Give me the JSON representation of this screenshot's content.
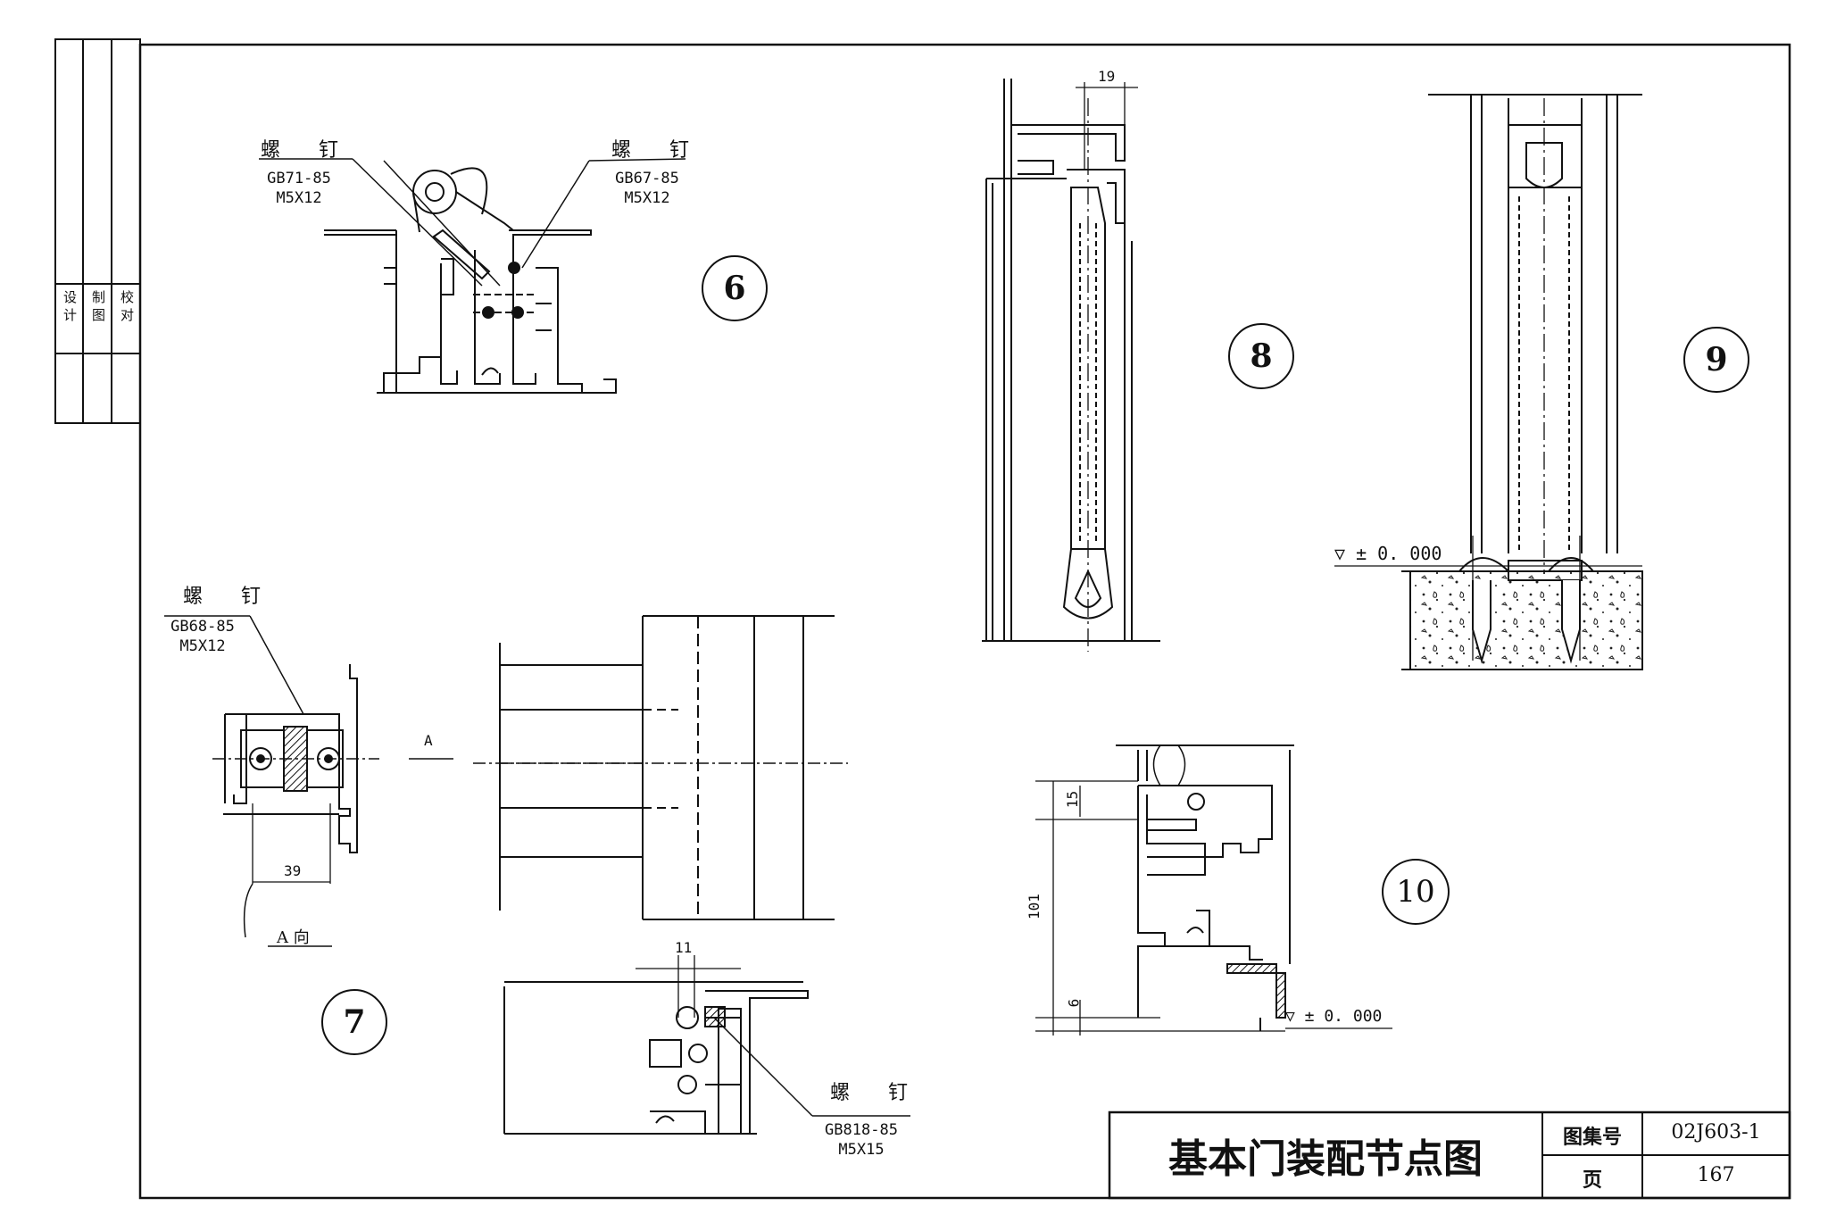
{
  "title_block": {
    "drawing_title": "基本门装配节点图",
    "atlas_label": "图集号",
    "atlas_no": "02J603-1",
    "page_label": "页",
    "page_no": "167"
  },
  "side_strip": {
    "rows": [
      "设 计",
      "制 图",
      "校 对"
    ]
  },
  "detail_6": {
    "number": "6",
    "screw_left_name": "螺 钉",
    "screw_left_spec": "GB71-85",
    "screw_left_size": "M5X12",
    "screw_right_name": "螺 钉",
    "screw_right_spec": "GB67-85",
    "screw_right_size": "M5X12"
  },
  "detail_7": {
    "number": "7",
    "screw_top_name": "螺 钉",
    "screw_top_spec": "GB68-85",
    "screw_top_size": "M5X12",
    "dim_width": "39",
    "view_label": "A 向",
    "section_marker": "A",
    "dim_small": "11",
    "screw_bottom_name": "螺 钉",
    "screw_bottom_spec": "GB818-85",
    "screw_bottom_size": "M5X15"
  },
  "detail_8": {
    "number": "8",
    "dim_top": "19"
  },
  "detail_9": {
    "number": "9",
    "level": "▽ ± 0. 000"
  },
  "detail_10": {
    "number": "10",
    "dim_15": "15",
    "dim_101": "101",
    "dim_6": "6",
    "level": "▽ ± 0. 000"
  }
}
